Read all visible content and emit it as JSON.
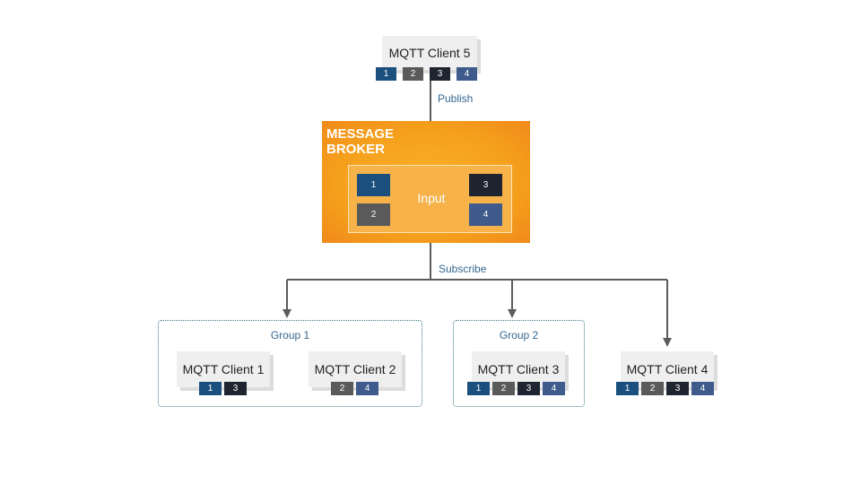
{
  "publisher": {
    "name": "MQTT Client 5",
    "messages": [
      "1",
      "2",
      "3",
      "4"
    ]
  },
  "publish_label": "Publish",
  "broker": {
    "title": "MESSAGE BROKER",
    "input_label": "Input",
    "queue": [
      "1",
      "2",
      "3",
      "4"
    ]
  },
  "subscribe_label": "Subscribe",
  "groups": [
    {
      "label": "Group 1"
    },
    {
      "label": "Group 2"
    }
  ],
  "subscribers": [
    {
      "name": "MQTT Client 1",
      "messages": [
        "1",
        "3"
      ]
    },
    {
      "name": "MQTT Client 2",
      "messages": [
        "2",
        "4"
      ]
    },
    {
      "name": "MQTT Client 3",
      "messages": [
        "1",
        "2",
        "3",
        "4"
      ]
    },
    {
      "name": "MQTT Client 4",
      "messages": [
        "1",
        "2",
        "3",
        "4"
      ]
    }
  ],
  "colors": {
    "message_1": "#1b4f7d",
    "message_2": "#5a5a5a",
    "message_3": "#1e2430",
    "message_4": "#3e5b8c",
    "broker": "#f5a01c",
    "label_text": "#35678f"
  }
}
